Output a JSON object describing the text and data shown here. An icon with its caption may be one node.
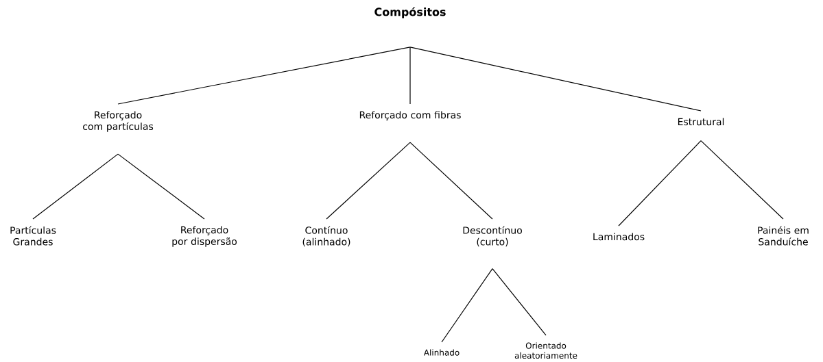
{
  "diagram": {
    "nodes": [
      {
        "text": [
          "Compósitos"
        ]
      },
      {
        "text": [
          "Reforçado com partículas"
        ]
      },
      {
        "text": [
          "Reforçado com fibras"
        ]
      },
      {
        "text": [
          "Estrutural"
        ]
      },
      {
        "text": [
          "Partículas Grandes"
        ]
      },
      {
        "text": [
          "Reforçado por dispersão"
        ]
      },
      {
        "text": [
          "Contínuo (alinhado)"
        ]
      },
      {
        "text": [
          "Descontínuo (curto)"
        ]
      },
      {
        "text": [
          "Laminados"
        ]
      },
      {
        "text": [
          "Painéis em Sanduíche"
        ]
      },
      {
        "text": [
          "Alinhado"
        ]
      },
      {
        "text": [
          "Orientado aleatoriamente"
        ]
      }
    ],
    "edges": [
      {
        "from": 0,
        "to": 1,
        "arrow": "none"
      },
      {
        "from": 0,
        "to": 2,
        "arrow": "none"
      },
      {
        "from": 0,
        "to": 3,
        "arrow": "none"
      },
      {
        "from": 1,
        "to": 4,
        "arrow": "none"
      },
      {
        "from": 1,
        "to": 5,
        "arrow": "none"
      },
      {
        "from": 2,
        "to": 6,
        "arrow": "none"
      },
      {
        "from": 2,
        "to": 7,
        "arrow": "none"
      },
      {
        "from": 3,
        "to": 8,
        "arrow": "none"
      },
      {
        "from": 3,
        "to": 9,
        "arrow": "none"
      },
      {
        "from": 7,
        "to": 10,
        "arrow": "none"
      },
      {
        "from": 7,
        "to": 11,
        "arrow": "none"
      }
    ]
  }
}
